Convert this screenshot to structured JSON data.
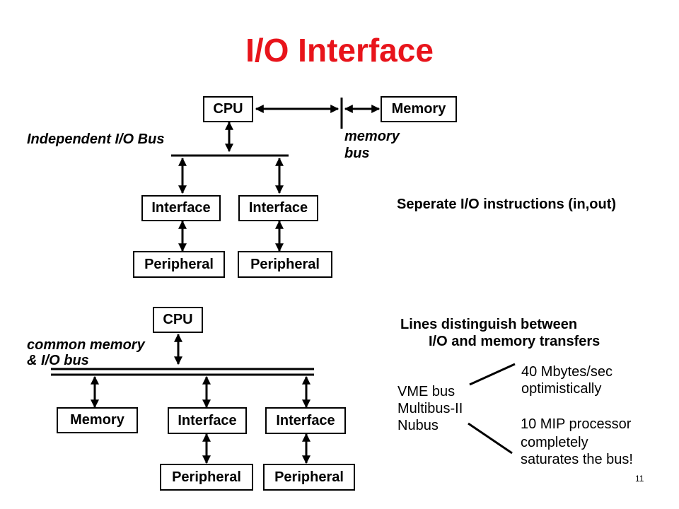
{
  "title": "I/O Interface",
  "top_diagram": {
    "cpu": "CPU",
    "memory": "Memory",
    "io_bus_label": "Independent I/O Bus",
    "memory_bus_label_1": "memory",
    "memory_bus_label_2": "bus",
    "interface_1": "Interface",
    "interface_2": "Interface",
    "peripheral_1": "Peripheral",
    "peripheral_2": "Peripheral",
    "note": "Seperate I/O instructions (in,out)"
  },
  "bottom_diagram": {
    "cpu": "CPU",
    "bus_label_1": "common memory",
    "bus_label_2": "& I/O bus",
    "memory": "Memory",
    "interface_1": "Interface",
    "interface_2": "Interface",
    "peripheral_1": "Peripheral",
    "peripheral_2": "Peripheral",
    "note_line_1": "Lines distinguish between",
    "note_line_2": "I/O and memory transfers"
  },
  "bus_examples": {
    "buses": [
      "VME bus",
      "Multibus-II",
      "Nubus"
    ],
    "throughput_1": "40 Mbytes/sec",
    "throughput_2": "optimistically",
    "processor_1": "10 MIP processor",
    "processor_2": "completely",
    "processor_3": "saturates the bus!"
  },
  "page_number": "11",
  "colors": {
    "title": "#e8141b",
    "lines": "#000000"
  }
}
